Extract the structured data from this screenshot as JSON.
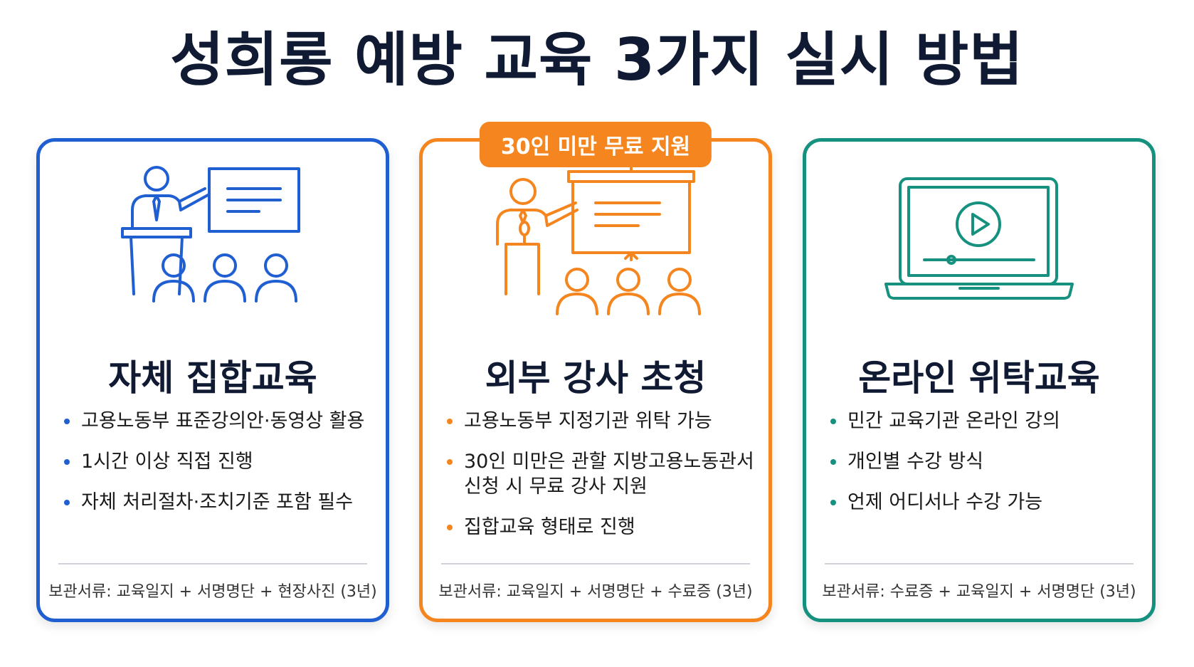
{
  "title": "성희롱 예방 교육 3가지 실시 방법",
  "colors": {
    "blue": "#1f5fd1",
    "orange": "#f5861f",
    "teal": "#17917f",
    "text_dark": "#101a33"
  },
  "cards": [
    {
      "icon": "presenter-with-audience-icon",
      "title": "자체 집합교육",
      "bullets": [
        "고용노동부 표준강의안·동영상 활용",
        "1시간 이상 직접 진행",
        "자체 처리절차·조치기준 포함 필수"
      ],
      "footer": "보관서류: 교육일지 + 서명명단 + 현장사진 (3년)"
    },
    {
      "badge": "30인 미만 무료 지원",
      "icon": "lecturer-with-microphone-icon",
      "title": "외부 강사 초청",
      "bullets": [
        "고용노동부 지정기관 위탁 가능",
        "30인 미만은 관할 지방고용노동관서 신청 시 무료 강사 지원",
        "집합교육 형태로 진행"
      ],
      "footer": "보관서류: 교육일지 + 서명명단 + 수료증 (3년)"
    },
    {
      "icon": "laptop-video-play-icon",
      "title": "온라인 위탁교육",
      "bullets": [
        "민간 교육기관 온라인 강의",
        "개인별 수강 방식",
        "언제 어디서나 수강 가능"
      ],
      "footer": "보관서류: 수료증 + 교육일지 + 서명명단 (3년)"
    }
  ]
}
